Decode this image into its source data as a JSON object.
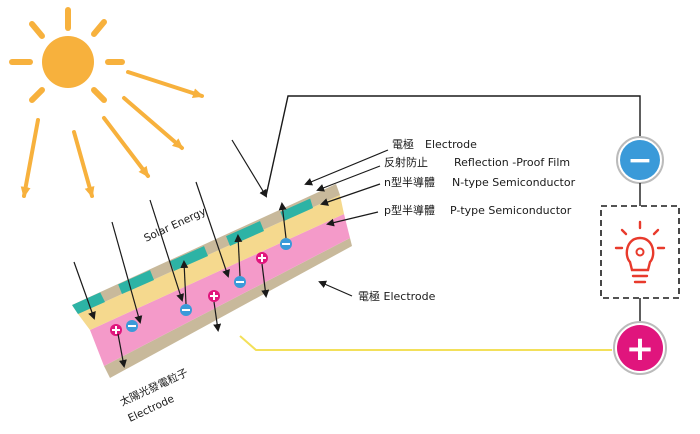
{
  "labels": {
    "electrode_top": "電極　Electrode",
    "reflection_cn": "反射防止",
    "reflection_en": "Reflection -Proof Film",
    "ntype_cn": "n型半導體",
    "ntype_en": "N-type Semiconductor",
    "ptype_cn": "p型半導體",
    "ptype_en": "P-type Semiconductor",
    "electrode_bottom": "電極 Electrode",
    "solar_energy": "Solar Energy",
    "solar_cell_cn": "太陽光發電粒子",
    "solar_cell_en": "Electrode"
  },
  "terminals": {
    "negative_symbol": "−",
    "positive_symbol": "+"
  },
  "colors": {
    "sun": "#f7b13d",
    "n_layer": "#f5d98e",
    "p_layer": "#f49ac9",
    "top_film": "#2db3a5",
    "electrode": "#c8b99b",
    "negative_terminal": "#3a9ad9",
    "positive_terminal": "#e0157d",
    "bulb": "#e83a2c",
    "wire_positive": "#f3e05a"
  },
  "icons": {
    "sun": "sun-icon",
    "bulb": "light-bulb-icon"
  }
}
